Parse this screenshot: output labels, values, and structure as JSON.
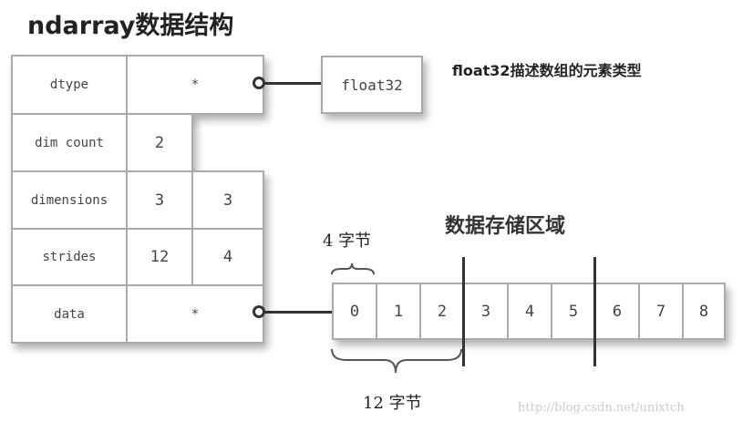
{
  "title": "ndarray数据结构",
  "struct": {
    "dtype": {
      "label": "dtype",
      "value": "*"
    },
    "dim_count": {
      "label": "dim count",
      "value": "2"
    },
    "dimensions": {
      "label": "dimensions",
      "values": [
        "3",
        "3"
      ]
    },
    "strides": {
      "label": "strides",
      "values": [
        "12",
        "4"
      ]
    },
    "data": {
      "label": "data",
      "value": "*"
    }
  },
  "dtype_box": "float32",
  "dtype_note": "float32描述数组的元素类型",
  "storage_title": "数据存储区域",
  "elements": [
    "0",
    "1",
    "2",
    "3",
    "4",
    "5",
    "6",
    "7",
    "8"
  ],
  "element_bytes": "4 字节",
  "row_bytes": "12 字节",
  "watermark": "http://blog.csdn.net/unixtch"
}
